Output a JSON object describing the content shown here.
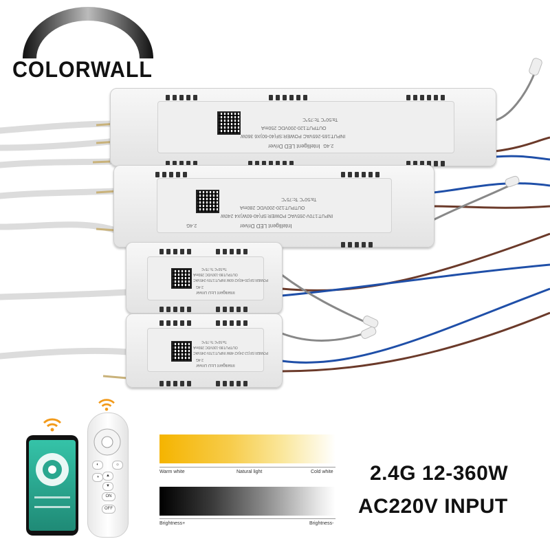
{
  "brand": {
    "logo_text": "COLORWALL"
  },
  "drivers": [
    {
      "size": "large",
      "title": "Intelligent LED Driver",
      "band": "2.4G",
      "input": "INPUT:165-265VAC  POWER:SF(40-60)X6 360W",
      "output": "OUTPUT:120-200VDC 250mA",
      "temps": "Ta:50℃   Tc:75℃"
    },
    {
      "size": "large",
      "title": "Intelligent LED Driver",
      "band": "2.4G",
      "input": "INPUT:170V-265VAC  POWER:SF(40-60W)X4 240W",
      "output": "OUTPUT:120-200VDC 280mA",
      "temps": "Ta:50℃   Tc:75℃"
    },
    {
      "size": "small",
      "title": "Intelligent LED Driver",
      "band": "2.4G",
      "input": "POWER:SF(20-40)X2 60W  INPUT:170V-245VAC",
      "output": "OUTPUT:80-130VDC 280mA",
      "temps": "Ta:50℃   Tc:75℃"
    },
    {
      "size": "small",
      "title": "Intelligent LED Driver",
      "band": "2.4G",
      "input": "POWER:SF(12-24)X2 48W  INPUT:170V-245VAC",
      "output": "OUTPUT:80-130VDC 280mA",
      "temps": "Ta:50℃   Tc:75℃"
    }
  ],
  "color_temp_bar": {
    "left_label": "Warm white",
    "middle_label": "Natural light",
    "right_label": "Cold white",
    "colors": [
      "#f5b400",
      "#ffffff"
    ]
  },
  "brightness_bar": {
    "left_label": "Brightness+",
    "right_label": "Brightness-",
    "colors": [
      "#000000",
      "#ffffff"
    ]
  },
  "specs": {
    "line1": "2.4G 12-360W",
    "line2": "AC220V INPUT"
  },
  "remote": {
    "buttons": [
      "◐",
      "☼",
      "◑",
      "▲",
      "▼",
      "ON",
      "OFF"
    ]
  },
  "accents": {
    "wire_blue": "#1f4fa8",
    "wire_brown": "#6b3a2a",
    "wifi_orange": "#f29a1a"
  }
}
